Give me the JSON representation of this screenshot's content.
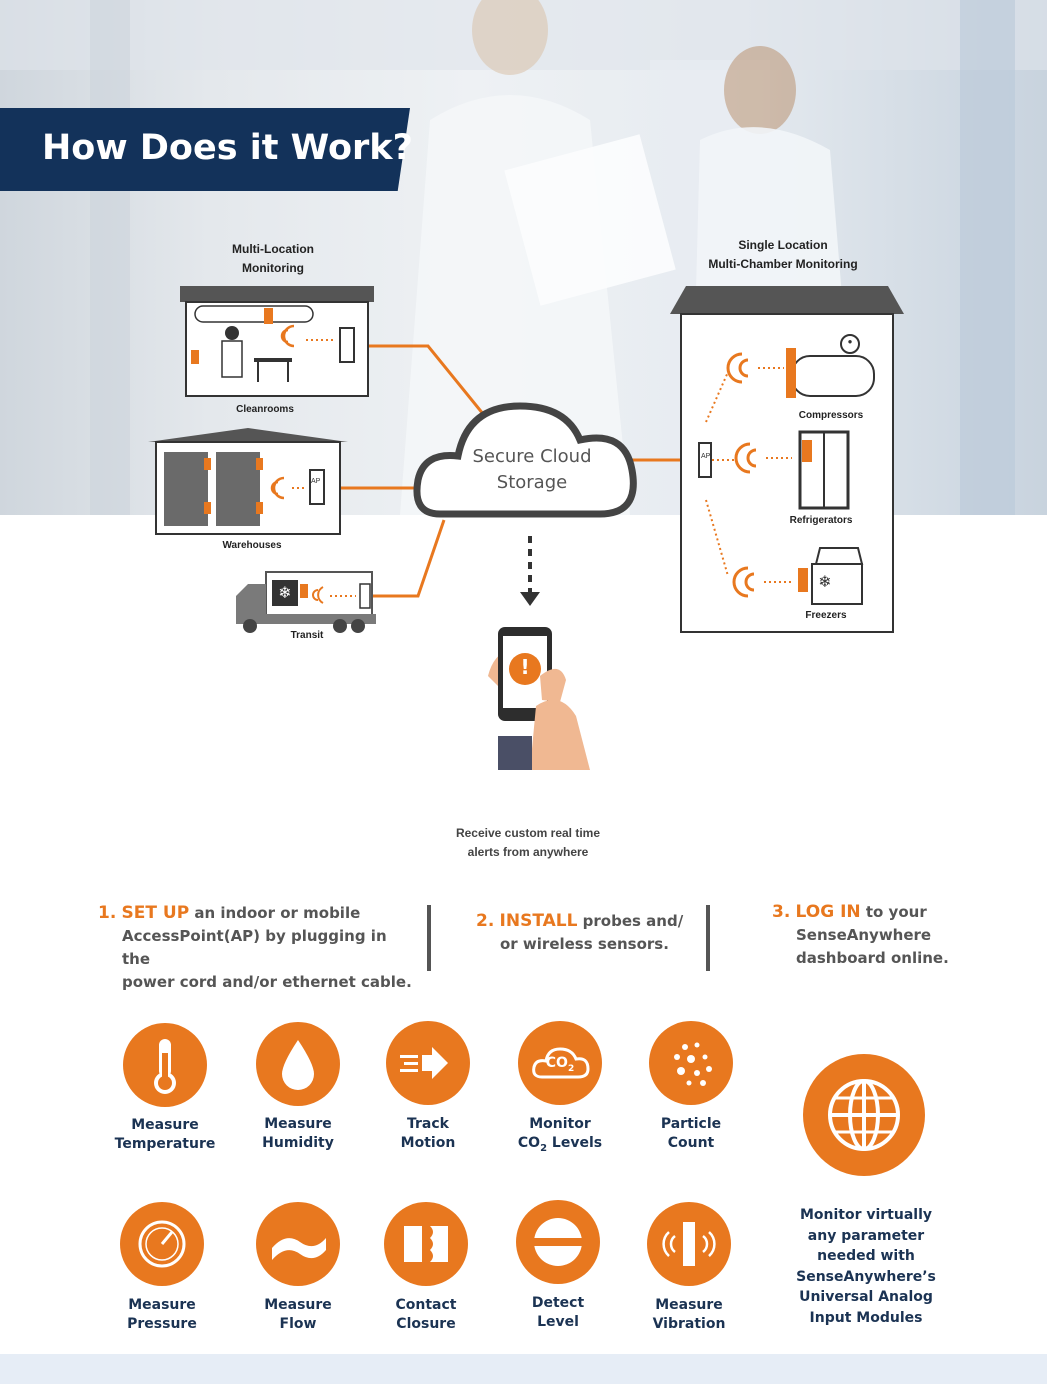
{
  "header": {
    "title": "How Does it Work?"
  },
  "diagram": {
    "multi_location": {
      "line1": "Multi-Location",
      "line2": "Monitoring"
    },
    "single_location": {
      "line1": "Single Location",
      "line2": "Multi-Chamber Monitoring"
    },
    "cloud": {
      "line1": "Secure Cloud",
      "line2": "Storage"
    },
    "ap_label": "AP",
    "sites": {
      "cleanrooms": "Cleanrooms",
      "warehouses": "Warehouses",
      "transit": "Transit"
    },
    "chambers": {
      "compressors": "Compressors",
      "refrigerators": "Refrigerators",
      "freezers": "Freezers"
    },
    "alerts": {
      "line1": "Receive custom real time",
      "line2": "alerts from anywhere"
    },
    "phone_alert_symbol": "!"
  },
  "steps": [
    {
      "num": "1.",
      "keyword": "SET UP",
      "line1": " an indoor or mobile",
      "line2": "AccessPoint(AP) by plugging in the",
      "line3": "power cord and/or ethernet cable."
    },
    {
      "num": "2.",
      "keyword": "INSTALL",
      "line1": " probes and/",
      "line2": "or wireless sensors."
    },
    {
      "num": "3.",
      "keyword": "LOG IN",
      "line1": " to your",
      "line2": "SenseAnywhere",
      "line3": "dashboard online."
    }
  ],
  "capabilities": [
    {
      "icon": "thermometer-icon",
      "l1": "Measure",
      "l2": "Temperature"
    },
    {
      "icon": "droplet-icon",
      "l1": "Measure",
      "l2": "Humidity"
    },
    {
      "icon": "motion-arrow-icon",
      "l1": "Track",
      "l2": "Motion"
    },
    {
      "icon": "co2-cloud-icon",
      "l1": "Monitor",
      "l2": "CO",
      "l2sub": "2",
      "l2b": " Levels",
      "glyph": "CO",
      "glyph_sub": "2"
    },
    {
      "icon": "particles-icon",
      "l1": "Particle",
      "l2": "Count"
    },
    {
      "icon": "gauge-icon",
      "l1": "Measure",
      "l2": "Pressure"
    },
    {
      "icon": "wave-icon",
      "l1": "Measure",
      "l2": "Flow"
    },
    {
      "icon": "contact-icon",
      "l1": "Contact",
      "l2": "Closure"
    },
    {
      "icon": "level-icon",
      "l1": "Detect",
      "l2": "Level"
    },
    {
      "icon": "vibration-icon",
      "l1": "Measure",
      "l2": "Vibration"
    }
  ],
  "analog": {
    "icon": "globe-icon",
    "lines": [
      "Monitor virtually",
      "any parameter",
      "needed with",
      "SenseAnywhere’s",
      "Universal Analog",
      "Input Modules"
    ]
  },
  "colors": {
    "orange": "#e8781f",
    "navy": "#13325a",
    "text_navy": "#1b3353"
  }
}
